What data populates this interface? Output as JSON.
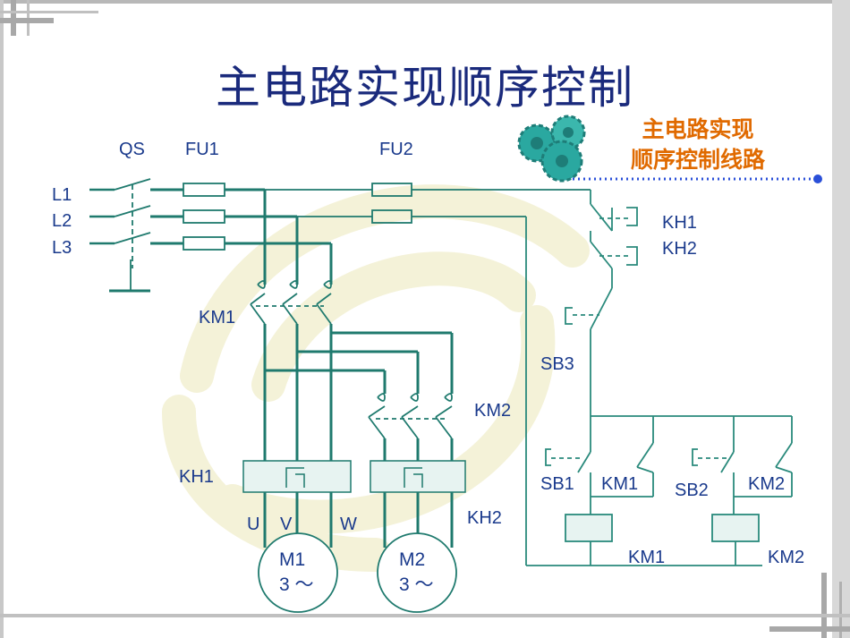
{
  "title": "主电路实现顺序控制",
  "callout": {
    "line1": "主电路实现",
    "line2": "顺序控制线路"
  },
  "colors": {
    "wire_main": "#1f7a6e",
    "wire_thin": "#2a8a7c",
    "text": "#1a3a8c",
    "title": "#1a2a7c",
    "callout": "#e06a00",
    "accent_dot": "#2a4fd8"
  },
  "labels": {
    "qs": "QS",
    "fu1": "FU1",
    "fu2": "FU2",
    "l1": "L1",
    "l2": "L2",
    "l3": "L3",
    "km1_contact": "KM1",
    "km2_contact": "KM2",
    "kh1_relay": "KH1",
    "kh2_relay": "KH2",
    "kh1_ctrl": "KH1",
    "kh2_ctrl": "KH2",
    "u": "U",
    "v": "V",
    "w": "W",
    "sb3": "SB3",
    "sb1": "SB1",
    "km1_aux": "KM1",
    "sb2": "SB2",
    "km2_aux": "KM2",
    "km1_coil": "KM1",
    "km2_coil": "KM2"
  },
  "motors": [
    {
      "name": "M1",
      "phase": "3 ～"
    },
    {
      "name": "M2",
      "phase": "3 ～"
    }
  ],
  "icons": [
    "gear-cluster-icon"
  ]
}
